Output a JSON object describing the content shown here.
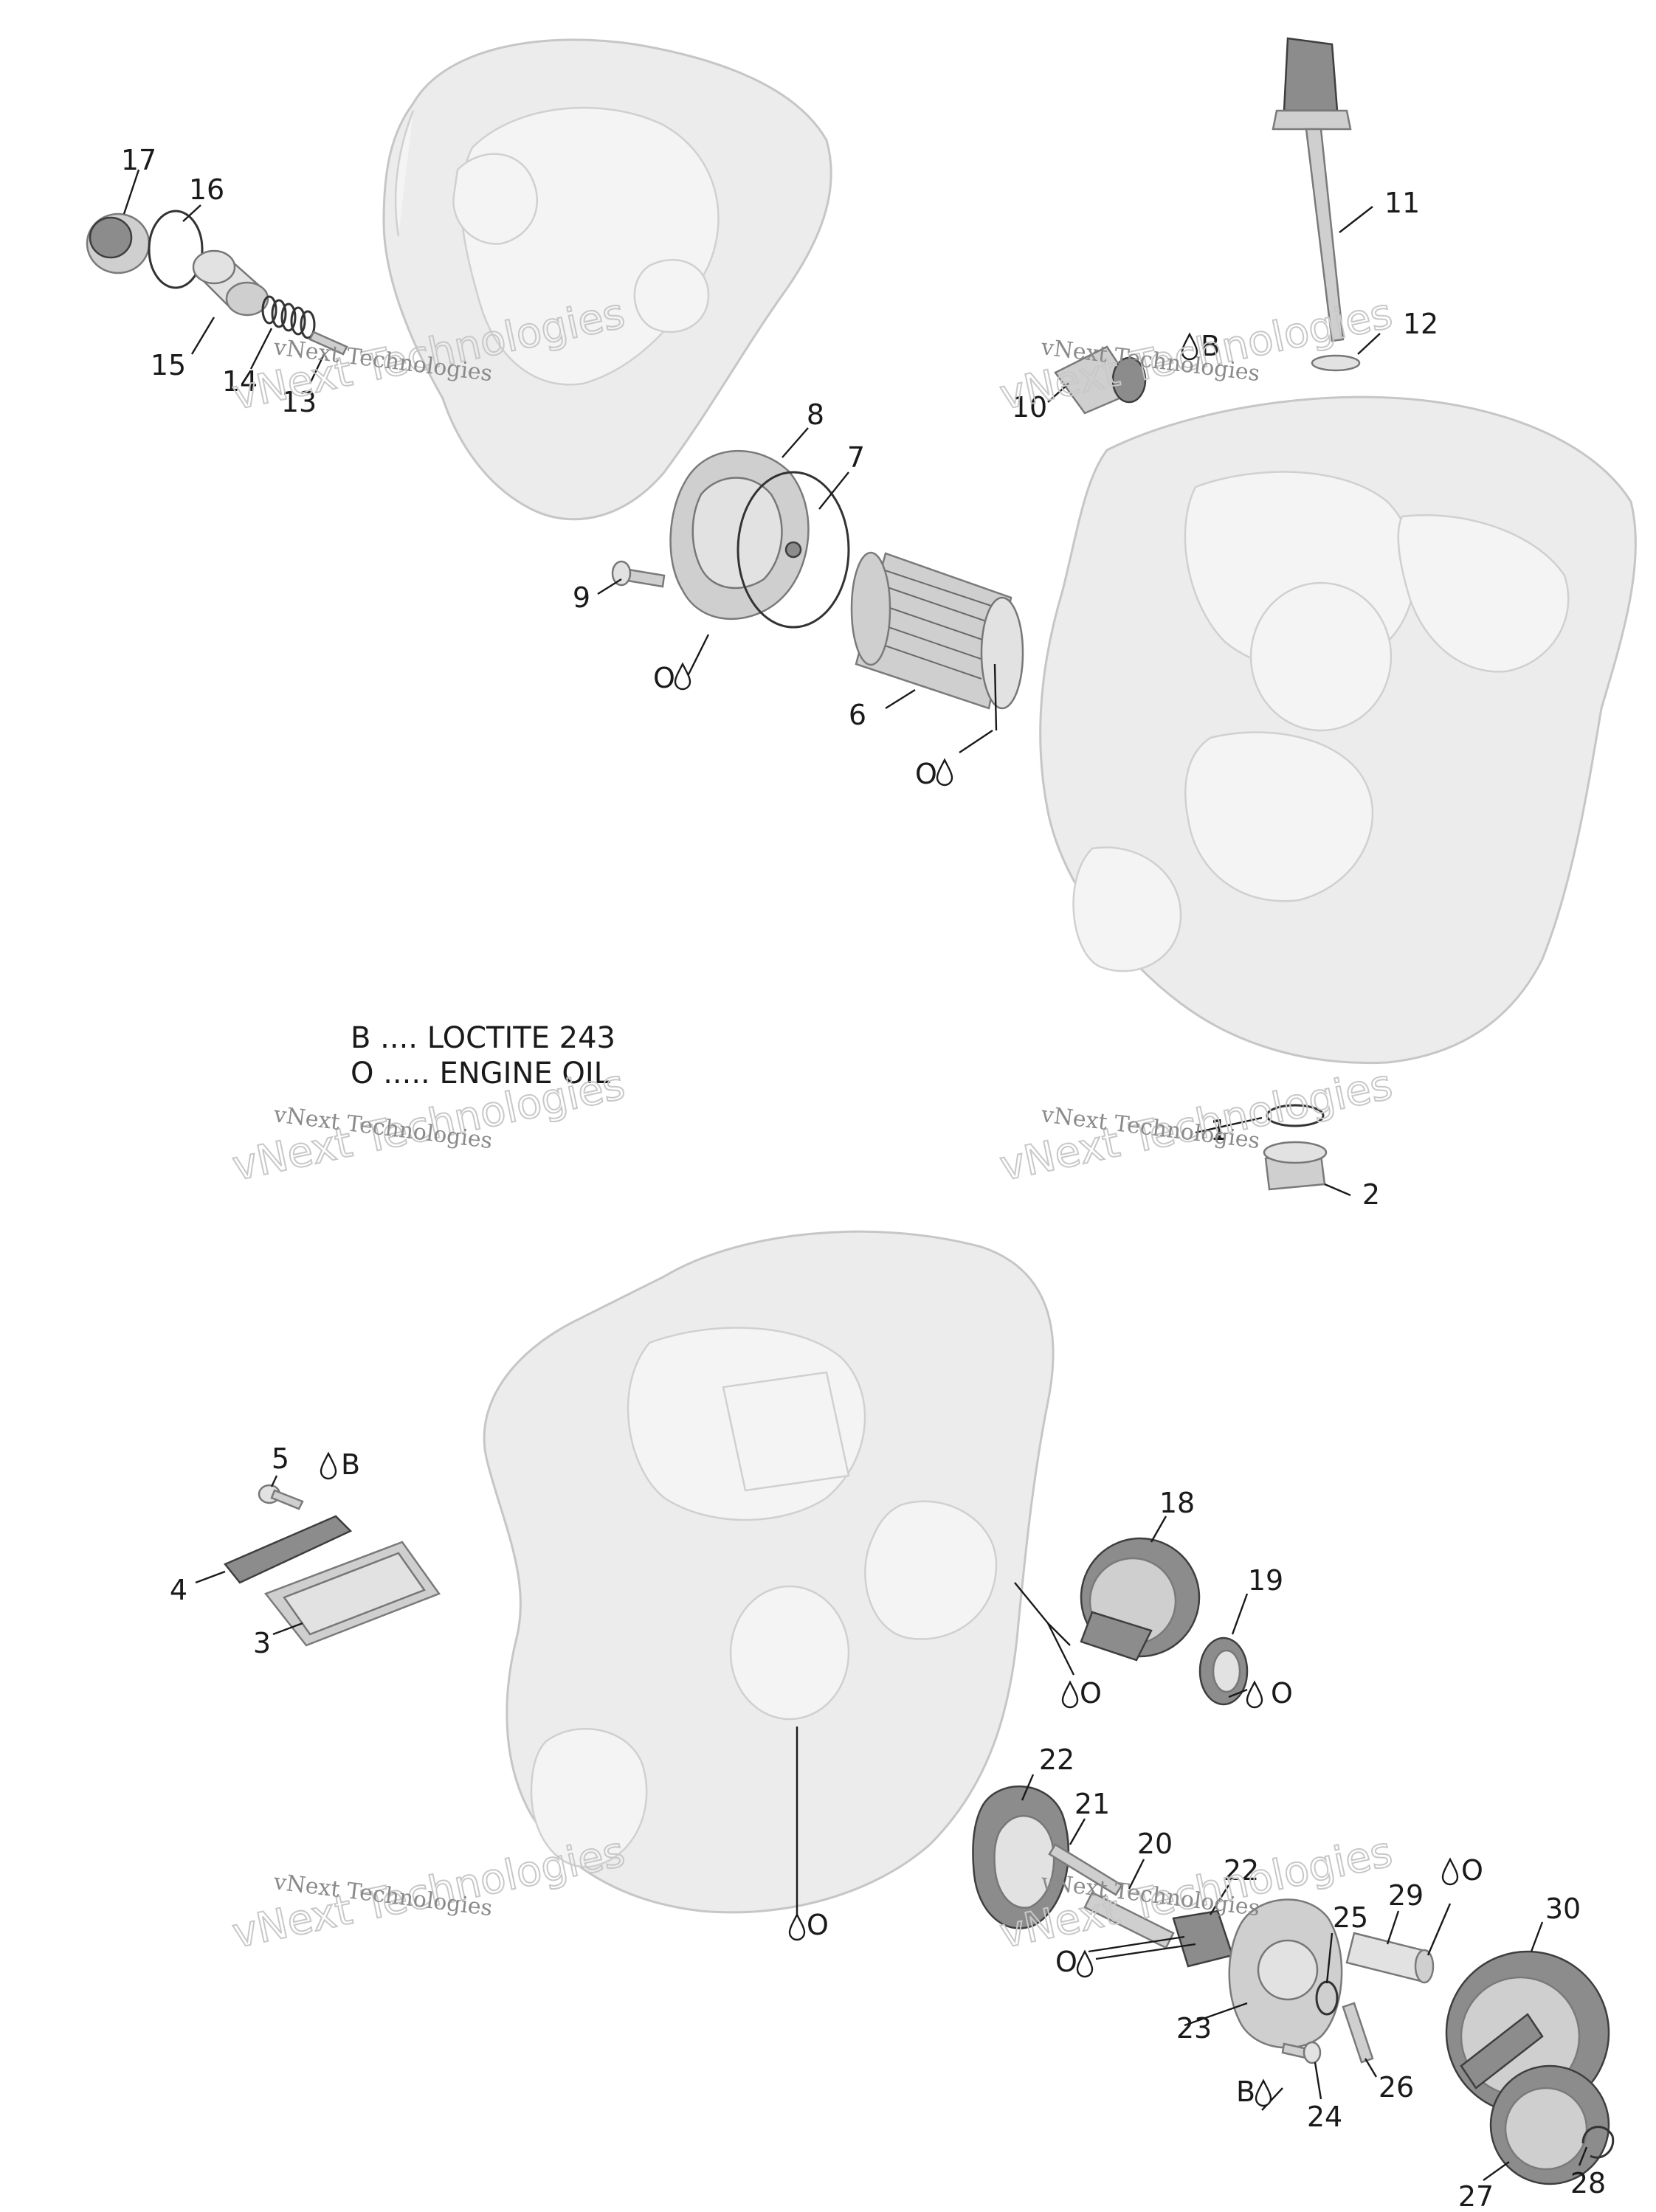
{
  "callouts": [
    {
      "id": "1",
      "label": "1"
    },
    {
      "id": "2",
      "label": "2"
    },
    {
      "id": "3",
      "label": "3"
    },
    {
      "id": "4",
      "label": "4"
    },
    {
      "id": "5",
      "label": "5"
    },
    {
      "id": "6",
      "label": "6"
    },
    {
      "id": "7",
      "label": "7"
    },
    {
      "id": "8",
      "label": "8"
    },
    {
      "id": "9",
      "label": "9"
    },
    {
      "id": "10",
      "label": "10"
    },
    {
      "id": "11",
      "label": "11"
    },
    {
      "id": "12",
      "label": "12"
    },
    {
      "id": "13",
      "label": "13"
    },
    {
      "id": "14",
      "label": "14"
    },
    {
      "id": "15",
      "label": "15"
    },
    {
      "id": "16",
      "label": "16"
    },
    {
      "id": "17",
      "label": "17"
    },
    {
      "id": "18",
      "label": "18"
    },
    {
      "id": "19",
      "label": "19"
    },
    {
      "id": "20",
      "label": "20"
    },
    {
      "id": "21",
      "label": "21"
    },
    {
      "id": "22a",
      "label": "22"
    },
    {
      "id": "22b",
      "label": "22"
    },
    {
      "id": "23",
      "label": "23"
    },
    {
      "id": "24",
      "label": "24"
    },
    {
      "id": "25",
      "label": "25"
    },
    {
      "id": "26",
      "label": "26"
    },
    {
      "id": "27",
      "label": "27"
    },
    {
      "id": "28",
      "label": "28"
    },
    {
      "id": "29",
      "label": "29"
    },
    {
      "id": "30",
      "label": "30"
    }
  ],
  "symbols": [
    {
      "id": "o-7",
      "label": "O"
    },
    {
      "id": "o-6",
      "label": "O"
    },
    {
      "id": "b-10",
      "label": "B"
    },
    {
      "id": "b-5",
      "label": "B"
    },
    {
      "id": "o-18",
      "label": "O"
    },
    {
      "id": "o-19",
      "label": "O"
    },
    {
      "id": "o-case",
      "label": "O"
    },
    {
      "id": "o-22",
      "label": "O"
    },
    {
      "id": "o-29",
      "label": "O"
    },
    {
      "id": "b-24",
      "label": "B"
    }
  ],
  "legend": {
    "line1": "B .... LOCTITE 243",
    "line2": "O ..... ENGINE OIL"
  },
  "watermark": {
    "small": "vNext Technologies",
    "big": "vNext Technologies"
  }
}
